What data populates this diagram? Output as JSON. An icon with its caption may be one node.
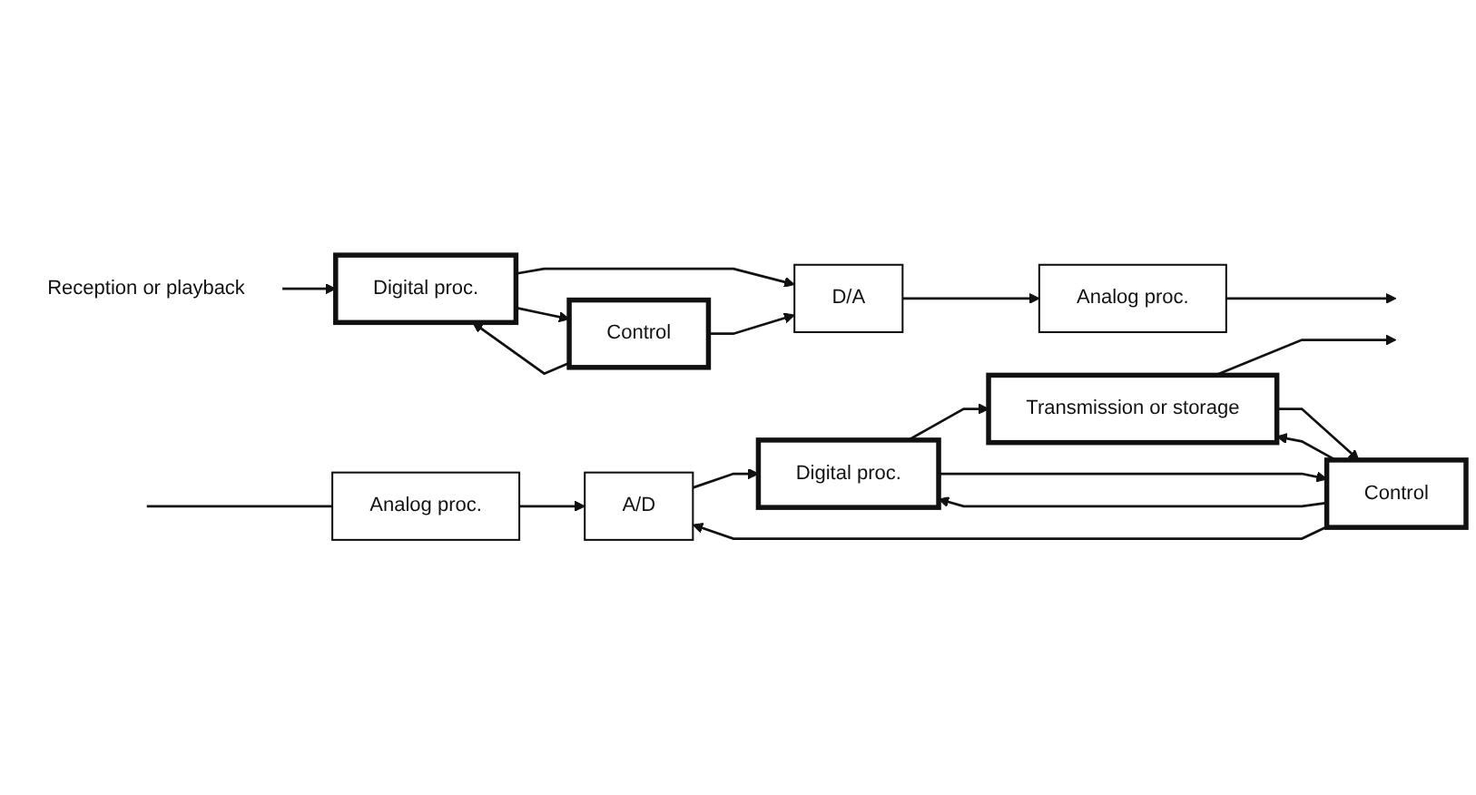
{
  "diagram": {
    "nodes": [
      {
        "text": [
          "Analog proc."
        ]
      },
      {
        "text": [
          "A/D"
        ]
      },
      {
        "text": [
          "Digital proc."
        ]
      },
      {
        "text": [
          "Transmission or storage"
        ]
      },
      {
        "text": [
          "Control"
        ]
      },
      {
        "text": [
          "Reception or playback"
        ]
      },
      {
        "text": [
          "Digital proc."
        ]
      },
      {
        "text": [
          "D/A"
        ]
      },
      {
        "text": [
          "Analog proc."
        ]
      },
      {
        "text": [
          "Control"
        ]
      }
    ],
    "edges": [
      {
        "from": null,
        "to": 0,
        "arrow": "none"
      },
      {
        "from": 0,
        "to": 1,
        "arrow": "to"
      },
      {
        "from": 1,
        "to": 2,
        "arrow": "to"
      },
      {
        "from": 2,
        "to": 3,
        "arrow": "to"
      },
      {
        "from": 3,
        "to": null,
        "arrow": "to"
      },
      {
        "from": 2,
        "to": 4,
        "arrow": "to"
      },
      {
        "from": 4,
        "to": 2,
        "arrow": "to"
      },
      {
        "from": 3,
        "to": 4,
        "arrow": "to"
      },
      {
        "from": 4,
        "to": 3,
        "arrow": "to"
      },
      {
        "from": 4,
        "to": 1,
        "arrow": "to"
      },
      {
        "from": 5,
        "to": 6,
        "arrow": "to"
      },
      {
        "from": 6,
        "to": 7,
        "arrow": "to"
      },
      {
        "from": 7,
        "to": 8,
        "arrow": "to"
      },
      {
        "from": 8,
        "to": null,
        "arrow": "to"
      },
      {
        "from": 6,
        "to": 9,
        "arrow": "to"
      },
      {
        "from": 9,
        "to": 6,
        "arrow": "to"
      },
      {
        "from": 9,
        "to": 7,
        "arrow": "to"
      }
    ]
  }
}
